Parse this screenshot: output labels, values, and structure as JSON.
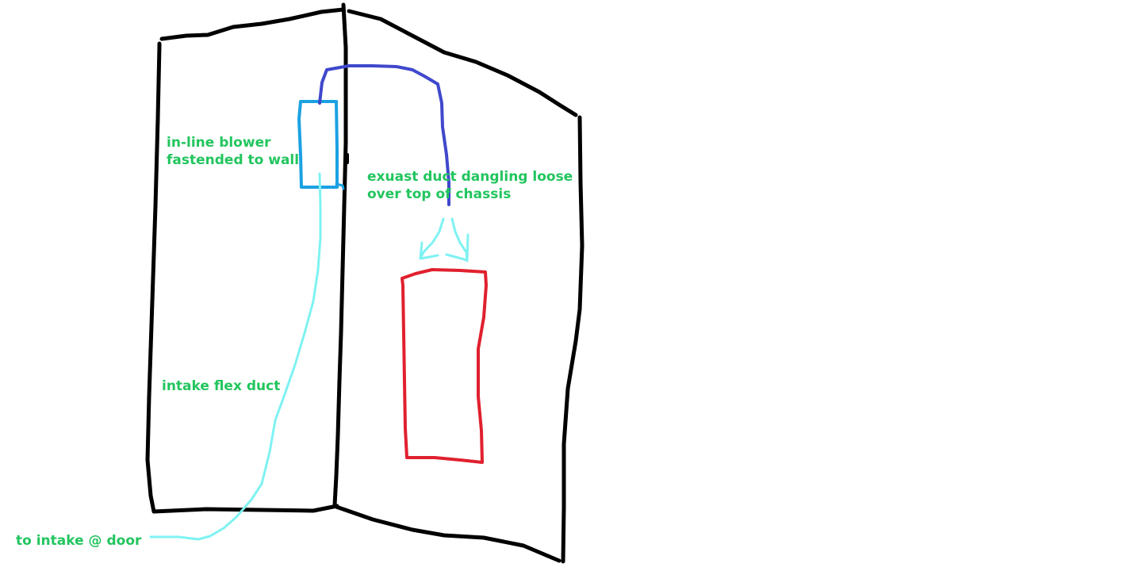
{
  "labels": {
    "blower": {
      "line1": "in-line blower",
      "line2": "fastended to wall"
    },
    "exhaust": {
      "line1": "exuast duct dangling loose",
      "line2": "over top of chassis"
    },
    "intake_duct": "intake flex duct",
    "door": "to intake @ door"
  },
  "colors": {
    "wall_outline": "#000000",
    "blower": "#1ba1e2",
    "exhaust_duct": "#3f48cc",
    "intake_duct": "#7ff2f2",
    "airflow_arrows": "#7ff2f2",
    "chassis": "#e0202e",
    "label_text": "#22c55e"
  }
}
